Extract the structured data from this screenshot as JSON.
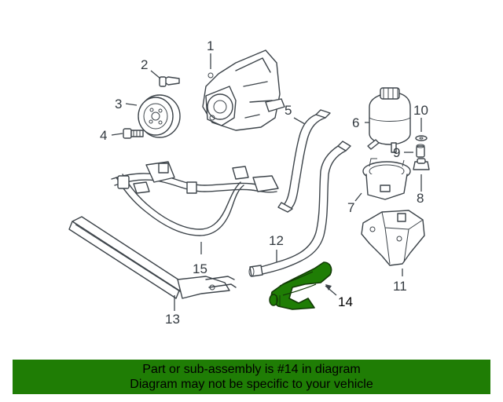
{
  "highlight_color": "#1f7d05",
  "callouts": {
    "c1": "1",
    "c2": "2",
    "c3": "3",
    "c4": "4",
    "c5": "5",
    "c6": "6",
    "c7": "7",
    "c8": "8",
    "c9": "9",
    "c10": "10",
    "c11": "11",
    "c12": "12",
    "c13": "13",
    "c14": "14",
    "c15": "15"
  },
  "banner": {
    "line1": "Part or sub-assembly is #14 in diagram",
    "line2": "Diagram may not be specific to your vehicle"
  }
}
